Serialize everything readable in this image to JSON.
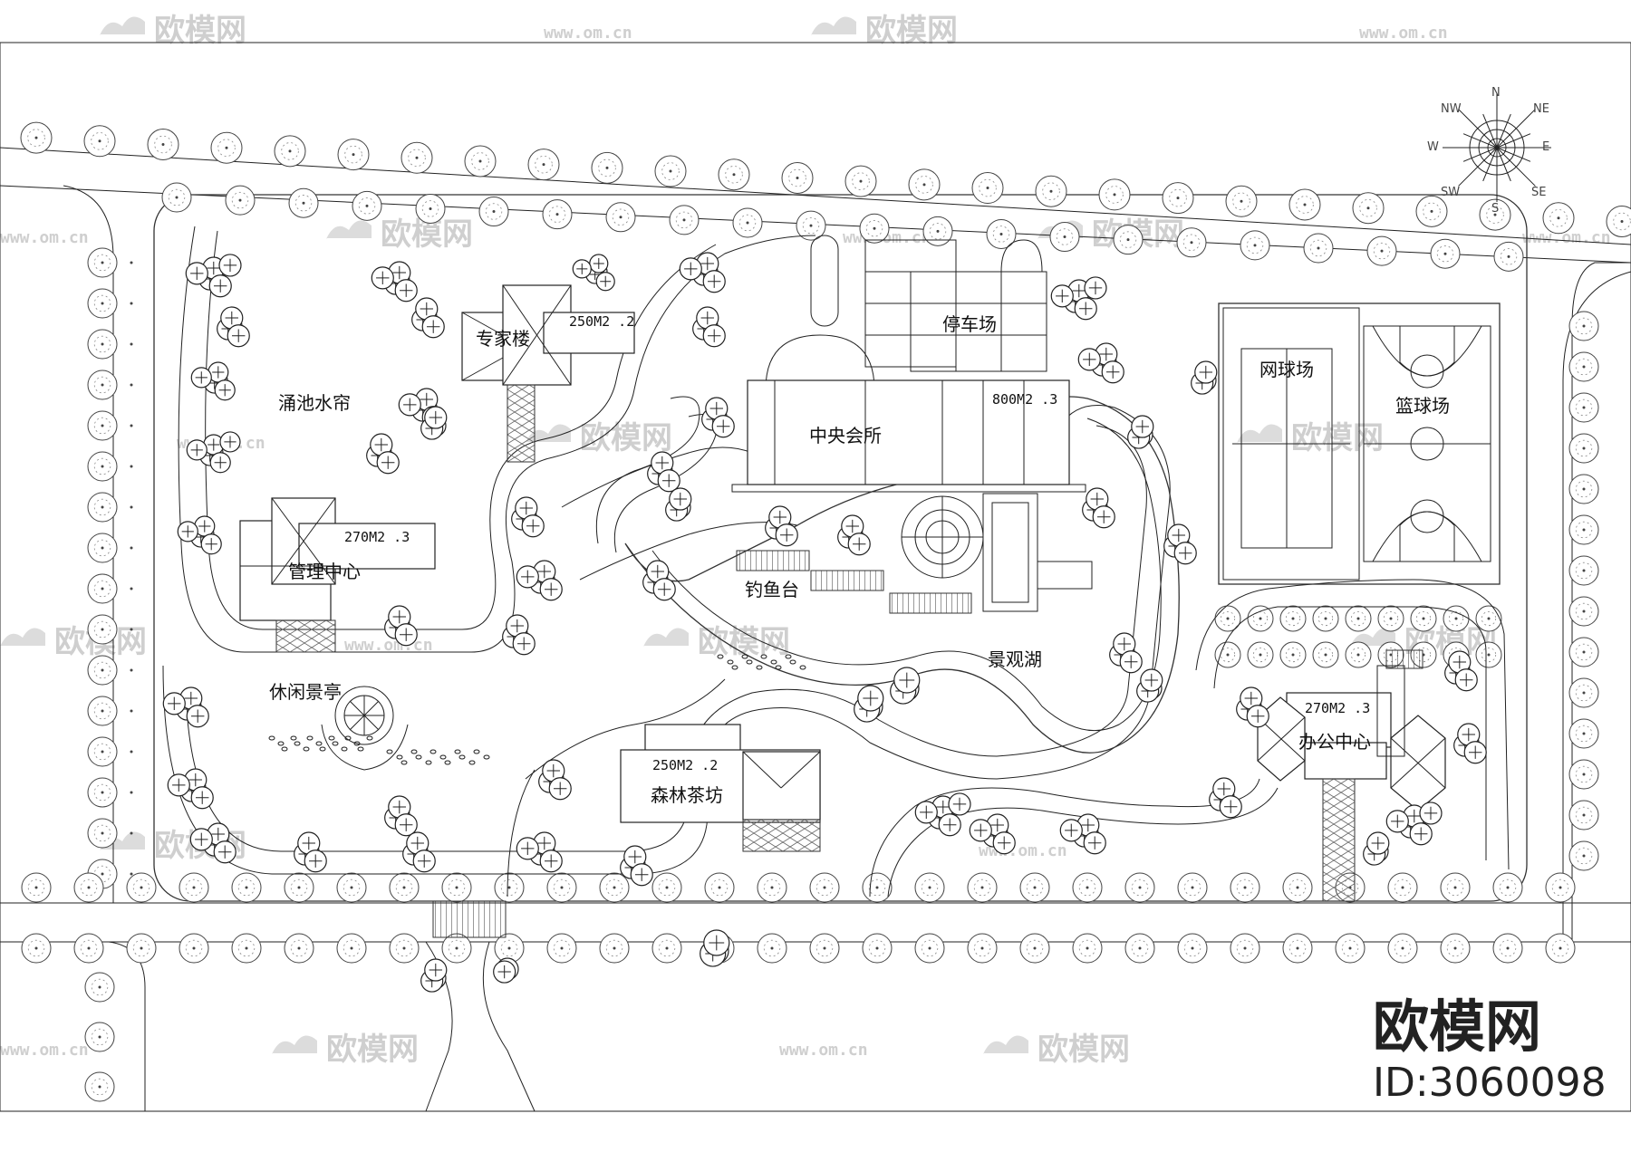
{
  "site": {
    "labels": {
      "expert_building": "专家楼",
      "fountain_curtain": "涌池水帘",
      "parking": "停车场",
      "central_club": "中央会所",
      "management_center": "管理中心",
      "fishing_platform": "钓鱼台",
      "landscape_lake": "景观湖",
      "leisure_pavilion": "休闲景亭",
      "forest_teahouse": "森林茶坊",
      "office_center": "办公中心",
      "tennis_court": "网球场",
      "basketball_court": "篮球场"
    },
    "areas": {
      "expert_building": "250M2 .2",
      "central_club": "800M2 .3",
      "management_center": "270M2 .3",
      "forest_teahouse": "250M2 .2",
      "office_center": "270M2 .3"
    }
  },
  "compass": {
    "n": "N",
    "ne": "NE",
    "e": "E",
    "se": "SE",
    "s": "S",
    "sw": "SW",
    "w": "W",
    "nw": "NW"
  },
  "watermark": {
    "brand": "欧模网",
    "url": "www.om.cn"
  },
  "brand": {
    "name": "欧模网",
    "id": "ID:3060098"
  }
}
